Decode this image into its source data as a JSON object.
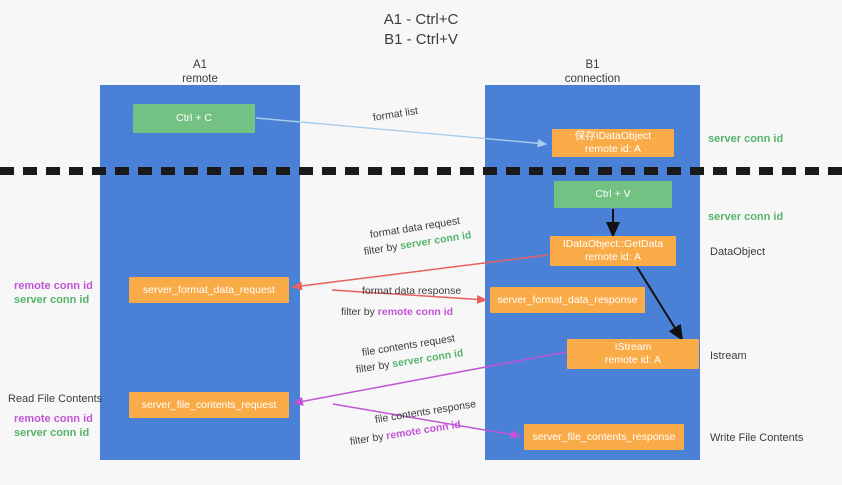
{
  "title": {
    "line1": "A1 - Ctrl+C",
    "line2": "B1 - Ctrl+V"
  },
  "columns": [
    {
      "name": "A1",
      "sub": "remote",
      "color": "#4a80d6"
    },
    {
      "name": "B1",
      "sub": "connection",
      "color": "#4a80d6"
    }
  ],
  "colors": {
    "column_blue": "#4a80d6",
    "green_box": "#73c183",
    "orange_box": "#f9ab47",
    "green_text": "#56b46a",
    "purple_text": "#c254d6",
    "light_blue_arrow": "#a9cdec",
    "red_arrow": "#e8615e",
    "magenta_arrow": "#c254d6",
    "black_arrow": "#111111",
    "background": "#f7f7f7"
  },
  "boxes": {
    "ctrl_c": {
      "label": "Ctrl + C",
      "style": "green"
    },
    "ctrl_v": {
      "label": "Ctrl + V",
      "style": "green"
    },
    "save_dataobject": {
      "line1": "保存IDataObject",
      "line2": "remote id: A",
      "style": "orange"
    },
    "getdata": {
      "line1": "IDataObject::GetData",
      "line2": "remote id: A",
      "style": "orange"
    },
    "istream": {
      "line1": "IStream",
      "line2": "remote id: A",
      "style": "orange"
    },
    "server_format_data_request": {
      "label": "server_format_data_request",
      "style": "orange"
    },
    "server_format_data_response": {
      "label": "server_format_data_response",
      "style": "orange"
    },
    "server_file_contents_request": {
      "label": "server_file_contents_request",
      "style": "orange"
    },
    "server_file_contents_response": {
      "label": "server_file_contents_response",
      "style": "orange"
    }
  },
  "edge_labels": {
    "format_list": "format list",
    "format_data_request": "format data request",
    "format_data_request_filter_prefix": "filter by ",
    "format_data_request_filter_value": "server conn id",
    "format_data_response": "format data response",
    "format_data_response_filter_prefix": "filter by ",
    "format_data_response_filter_value": "remote conn id",
    "file_contents_request": "file contents request",
    "file_contents_request_filter_prefix": "filter by ",
    "file_contents_request_filter_value": "server conn id",
    "file_contents_response": "file contents response",
    "file_contents_response_filter_prefix": "filter by ",
    "file_contents_response_filter_value": "remote conn id"
  },
  "right_labels": {
    "server_conn_id_top": "server conn id",
    "server_conn_id_second": "server conn id",
    "dataobject": "DataObject",
    "istream": "Istream",
    "write_file_contents": "Write File Contents"
  },
  "left_labels": {
    "remote_conn_id_1": "remote conn id",
    "server_conn_id_1": "server conn id",
    "read_file_contents": "Read File Contents",
    "remote_conn_id_2": "remote conn id",
    "server_conn_id_2": "server conn id"
  }
}
